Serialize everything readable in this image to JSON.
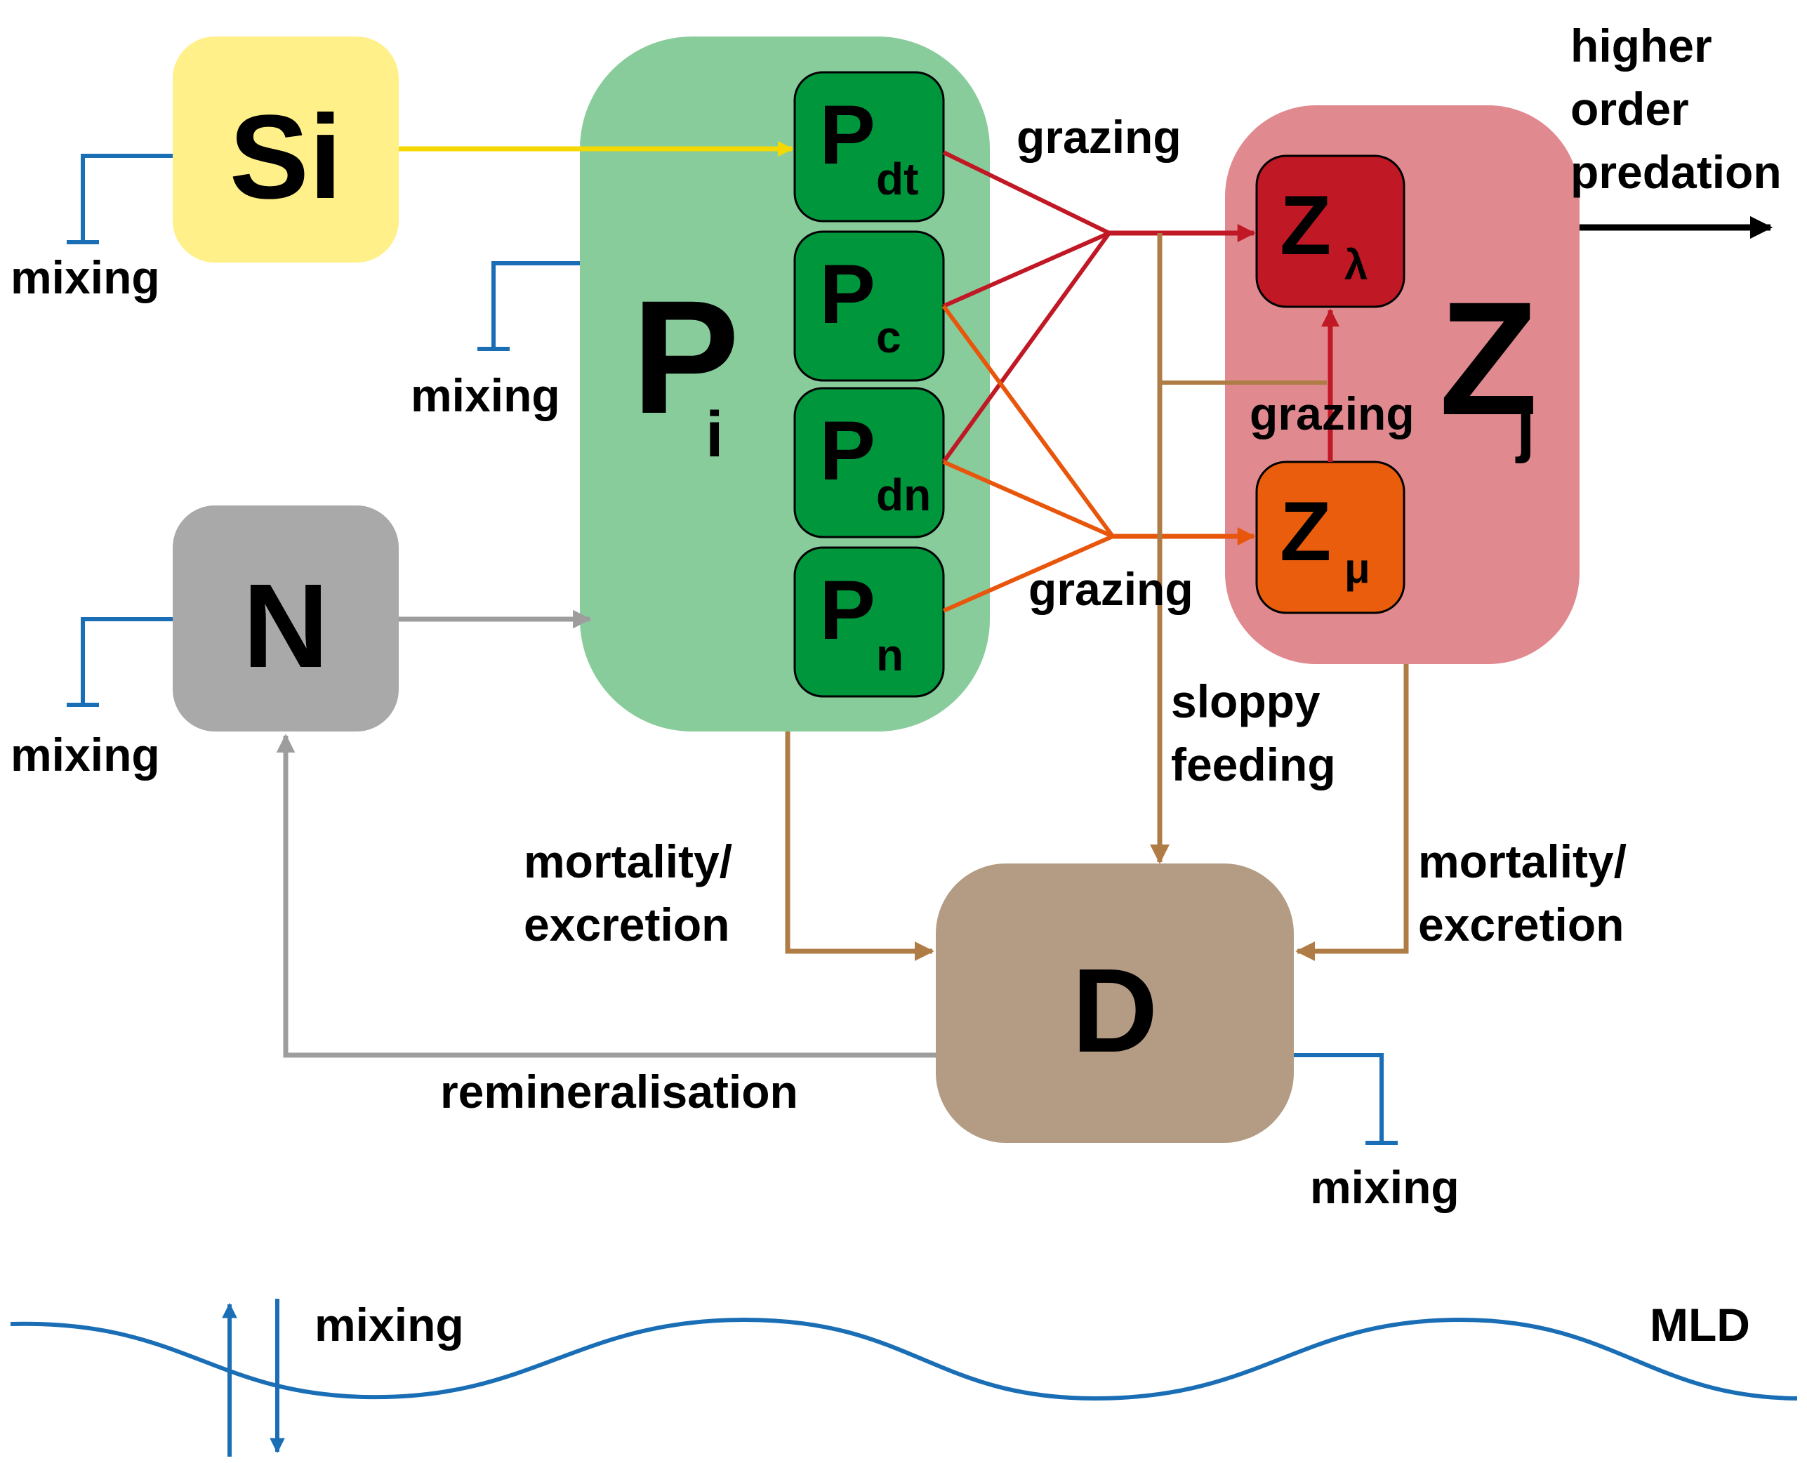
{
  "nodes": {
    "si": "Si",
    "n": "N",
    "d": "D",
    "p_group": "P",
    "p_group_sub": "i",
    "z_group": "Z",
    "z_group_sub": "j",
    "p_dt": {
      "main": "P",
      "sub": "dt"
    },
    "p_c": {
      "main": "P",
      "sub": "c"
    },
    "p_dn": {
      "main": "P",
      "sub": "dn"
    },
    "p_n": {
      "main": "P",
      "sub": "n"
    },
    "z_lambda": {
      "main": "Z",
      "sub": "λ"
    },
    "z_mu": {
      "main": "Z",
      "sub": "μ"
    }
  },
  "labels": {
    "mixing_si": "mixing",
    "mixing_p": "mixing",
    "mixing_n": "mixing",
    "mixing_d": "mixing",
    "mixing_mld": "mixing",
    "grazing_top": "grazing",
    "grazing_mid": "grazing",
    "grazing_bottom": "grazing",
    "higher_order_line1": "higher",
    "higher_order_line2": "order",
    "higher_order_line3": "predation",
    "sloppy_line1": "sloppy",
    "sloppy_line2": "feeding",
    "mort_p_line1": "mortality/",
    "mort_p_line2": "excretion",
    "mort_z_line1": "mortality/",
    "mort_z_line2": "excretion",
    "remineralisation": "remineralisation",
    "mld": "MLD"
  },
  "colors": {
    "si_box": "#fff08a",
    "n_box": "#a9a9a9",
    "d_box": "#b49c84",
    "p_group": "#89cc9c",
    "p_sub": "#00963c",
    "z_group": "#e08a90",
    "z_lambda": "#c01824",
    "z_mu": "#ea5d0c",
    "mixing": "#1a6eb5",
    "si_arrow": "#f5d800",
    "grey_arrow": "#9d9d9d",
    "brown_arrow": "#b07c45",
    "red_line": "#c01824",
    "orange_line": "#e8560c"
  }
}
